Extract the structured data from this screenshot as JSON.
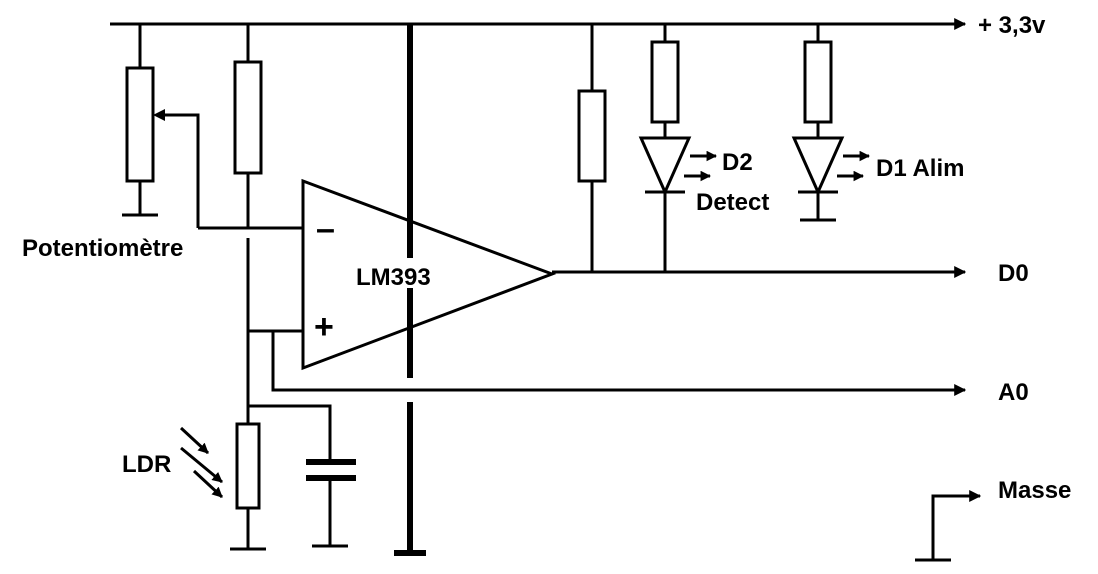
{
  "labels": {
    "supply": "+ 3,3v",
    "potentiometer": "Potentiomètre",
    "ldr": "LDR",
    "comparator": "LM393",
    "minus": "–",
    "plus": "+",
    "d2": "D2",
    "detect": "Detect",
    "d1": "D1 Alim",
    "d0": "D0",
    "a0": "A0",
    "ground": "Masse"
  }
}
